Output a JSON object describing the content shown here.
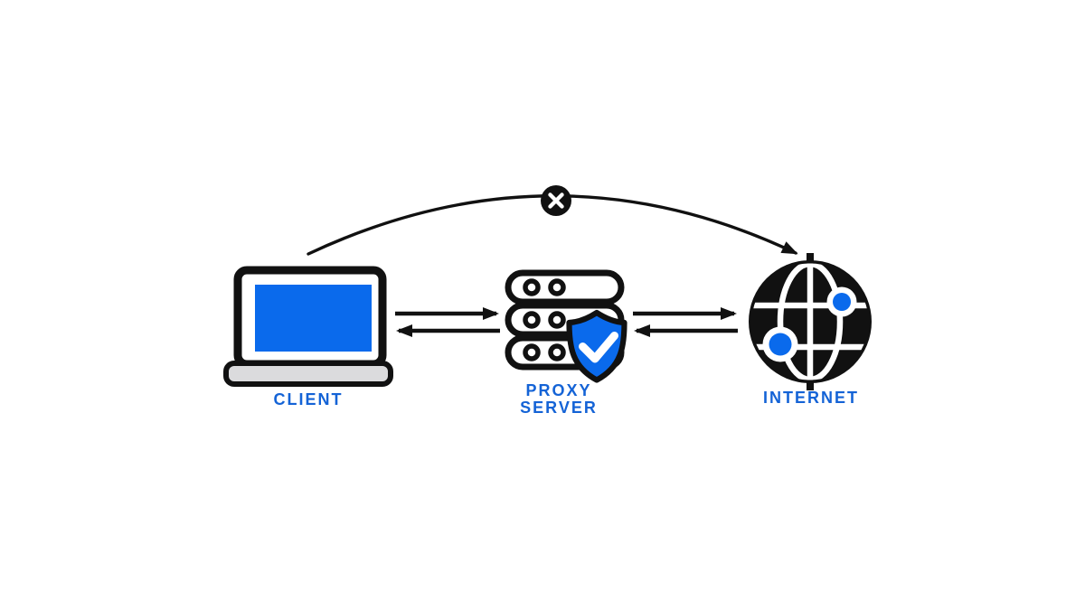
{
  "colors": {
    "accent_blue": "#0a6aec",
    "label_blue": "#1463d6",
    "ink_black": "#111111",
    "laptop_base_gray": "#dbdbdd",
    "white": "#ffffff",
    "canvas_bg": "#ffffff"
  },
  "diagram": {
    "type": "flow-diagram",
    "subject": "proxy-server-connection",
    "nodes": [
      {
        "id": "client",
        "label": "CLIENT",
        "icon": "laptop-icon"
      },
      {
        "id": "proxy-server",
        "label_line1": "PROXY",
        "label_line2": "SERVER",
        "icon": "server-with-shield-icon"
      },
      {
        "id": "internet",
        "label": "INTERNET",
        "icon": "globe-icon"
      }
    ],
    "edges": [
      {
        "from": "client",
        "to": "proxy-server",
        "style": "straight-arrow-right"
      },
      {
        "from": "proxy-server",
        "to": "client",
        "style": "straight-arrow-left"
      },
      {
        "from": "proxy-server",
        "to": "internet",
        "style": "straight-arrow-right"
      },
      {
        "from": "internet",
        "to": "proxy-server",
        "style": "straight-arrow-left"
      },
      {
        "from": "client",
        "to": "internet",
        "style": "curved-arrow",
        "badge": "blocked-x-badge"
      }
    ]
  }
}
